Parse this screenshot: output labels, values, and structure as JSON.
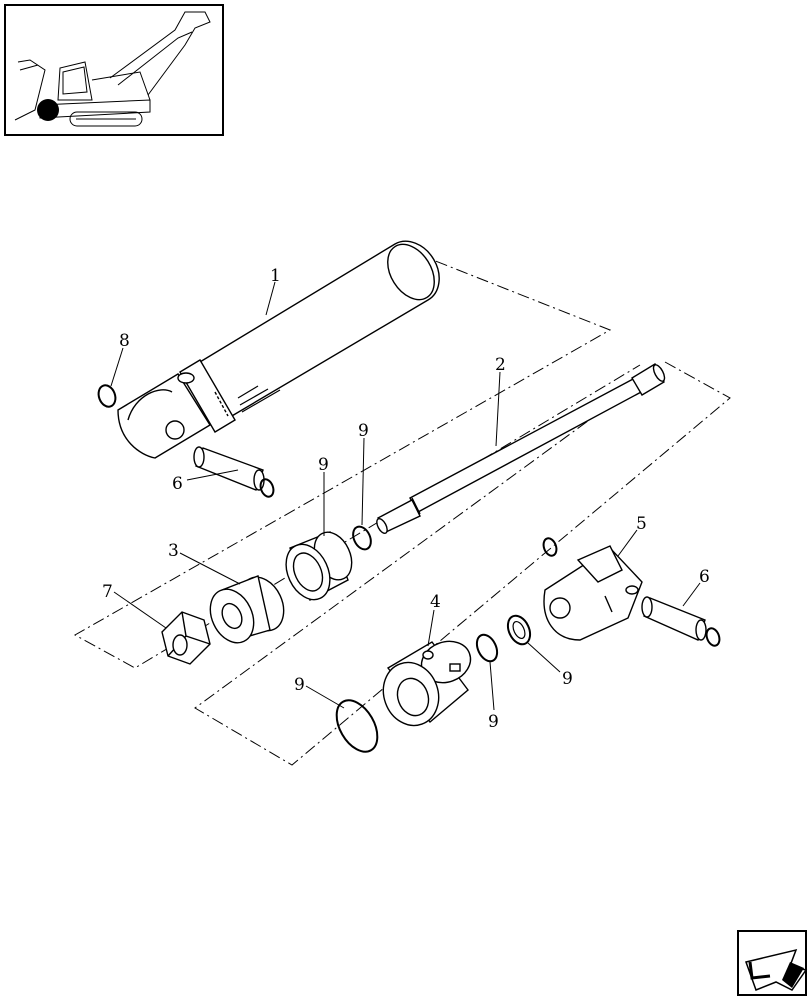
{
  "callouts": {
    "c1": "1",
    "c2": "2",
    "c3": "3",
    "c4": "4",
    "c5": "5",
    "c6a": "6",
    "c6b": "6",
    "c7": "7",
    "c8": "8",
    "c9a": "9",
    "c9b": "9",
    "c9c": "9",
    "c9d": "9",
    "c9e": "9"
  },
  "colors": {
    "line": "#000000",
    "background": "#ffffff",
    "locator_dot": "#000000"
  },
  "icons": {
    "overview": "harvester-overview-thumbnail",
    "nav": "next-page-arrow-icon"
  }
}
